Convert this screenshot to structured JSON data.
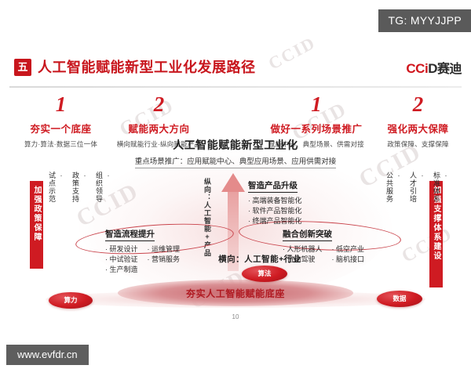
{
  "tg_tag": "TG: MYYJJPP",
  "footer_watermark": "www.evfdr.cn",
  "header": {
    "number": "五",
    "title": "人工智能赋能新型工业化发展路径",
    "logo": {
      "cc": "CC",
      "i": "i",
      "d": "D",
      "cn": "赛迪"
    },
    "accent_color": "#c8161d"
  },
  "watermark_text": "CCID",
  "points": [
    {
      "num": "1",
      "title": "夯实一个底座",
      "sub": "算力·算法·数据三位一体"
    },
    {
      "num": "2",
      "title": "赋能两大方向",
      "sub": "横向赋能行业·纵向赋能产品"
    },
    {
      "num": "1",
      "title": "做好一系列场景推广",
      "sub": "赋能中心、典型场景、供需对接"
    },
    {
      "num": "2",
      "title": "强化两大保障",
      "sub": "政策保障、支撑保障"
    }
  ],
  "center": {
    "title": "人工智能赋能新型工业化",
    "subtitle": "重点场景推广：应用赋能中心、典型应用场景、应用供需对接",
    "vertical_axis_label": "纵向：人工智能+产品",
    "horizontal_axis_label": "横向：人工智能+行业"
  },
  "quadrants": [
    {
      "name": "process-upgrade",
      "title": "智造流程提升",
      "columns": [
        [
          "研发设计",
          "中试验证",
          "生产制造"
        ],
        [
          "运维管理",
          "营销服务"
        ]
      ]
    },
    {
      "name": "product-upgrade",
      "title": "智造产品升级",
      "columns": [
        [
          "高端装备智能化",
          "软件产品智能化",
          "终端产品智能化"
        ]
      ]
    },
    {
      "name": "fusion-innovation",
      "title": "融合创新突破",
      "columns": [
        [
          "人形机器人",
          "自动驾驶"
        ],
        [
          "低空产业",
          "脑机接口"
        ]
      ]
    }
  ],
  "base": {
    "label": "夯实人工智能赋能底座",
    "pills": {
      "algorithm": "算法",
      "computing": "算力",
      "data": "数据"
    }
  },
  "sides": {
    "left": {
      "banner": "加强政策保障",
      "items": [
        "组织领导",
        "政策支持",
        "试点示范"
      ]
    },
    "right": {
      "banner": "加强支撑体系建设",
      "items": [
        "标准体系",
        "人才引培",
        "公共服务"
      ]
    }
  },
  "page_number": "10"
}
